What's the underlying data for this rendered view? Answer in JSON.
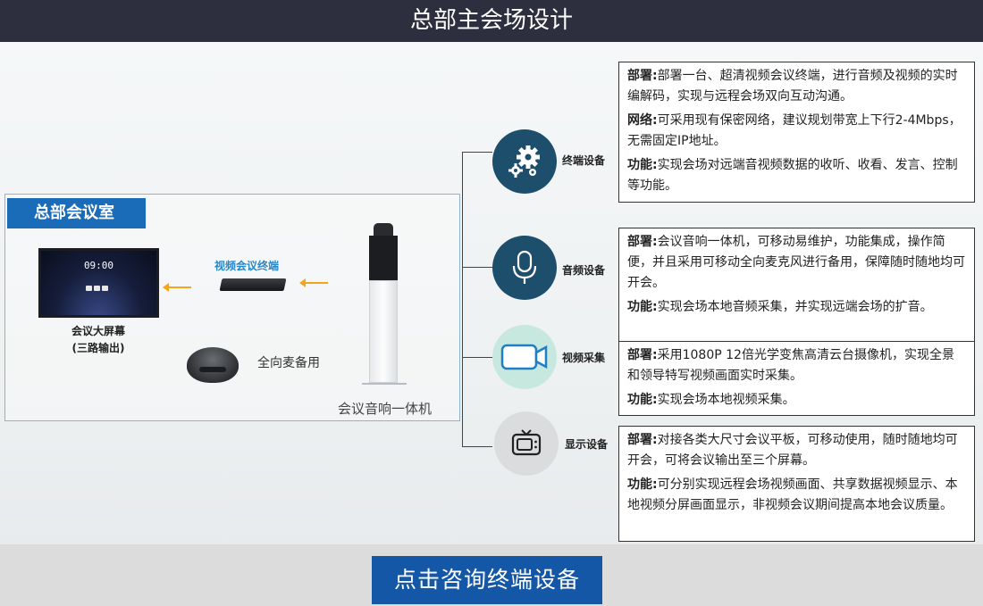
{
  "header": {
    "title": "总部主会场设计"
  },
  "room": {
    "title": "总部会议室",
    "screen": {
      "time": "09:00",
      "label_line1": "会议大屏幕",
      "label_line2": "(三路输出)"
    },
    "codec_label": "视频会议终端",
    "mic_label": "全向麦备用",
    "speaker_label": "会议音响一体机"
  },
  "devices": [
    {
      "label": "终端设备",
      "icon": "gears-icon",
      "deploy_key": "部署:",
      "deploy_text": "部署一台、超清视频会议终端，进行音频及视频的实时编解码，实现与远程会场双向互动沟通。",
      "network_key": "网络:",
      "network_text": "可采用现有保密网络，建议规划带宽上下行2-4Mbps，无需固定IP地址。",
      "function_key": "功能:",
      "function_text": "实现会场对远端音视频数据的收听、收看、发言、控制等功能。"
    },
    {
      "label": "音频设备",
      "icon": "microphone-icon",
      "deploy_key": "部署:",
      "deploy_text": "会议音响一体机，可移动易维护，功能集成，操作简便，并且采用可移动全向麦克风进行备用，保障随时随地均可开会。",
      "function_key": "功能:",
      "function_text": "实现会场本地音频采集，并实现远端会场的扩音。"
    },
    {
      "label": "视频采集",
      "icon": "camera-icon",
      "deploy_key": "部署:",
      "deploy_text": "采用1080P  12倍光学变焦高清云台摄像机，实现全景和领导特写视频画面实时采集。",
      "function_key": "功能:",
      "function_text": "实现会场本地视频采集。"
    },
    {
      "label": "显示设备",
      "icon": "tv-icon",
      "deploy_key": "部署:",
      "deploy_text": "对接各类大尺寸会议平板，可移动使用，随时随地均可开会，可将会议输出至三个屏幕。",
      "function_key": "功能:",
      "function_text": "可分别实现远程会场视频画面、共享数据视频显示、本地视频分屏画面显示，非视频会议期间提高本地会议质量。"
    }
  ],
  "cta": {
    "label": "点击咨询终端设备"
  }
}
